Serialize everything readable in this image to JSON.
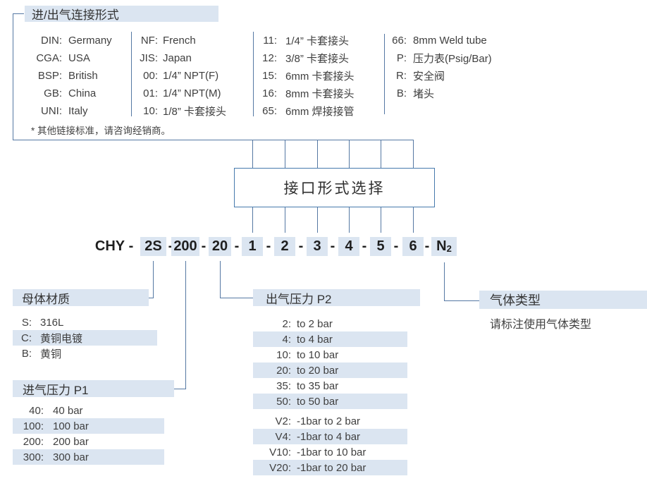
{
  "connection_section": {
    "title": "进/出气连接形式",
    "columns": [
      {
        "items": [
          {
            "key": "DIN:",
            "value": "Germany"
          },
          {
            "key": "CGA:",
            "value": "USA"
          },
          {
            "key": "BSP:",
            "value": "British"
          },
          {
            "key": "GB:",
            "value": "China"
          },
          {
            "key": "UNI:",
            "value": "Italy"
          }
        ]
      },
      {
        "items": [
          {
            "key": "NF:",
            "value": "French"
          },
          {
            "key": "JIS:",
            "value": "Japan"
          },
          {
            "key": "00:",
            "value": "1/4” NPT(F)"
          },
          {
            "key": "01:",
            "value": "1/4” NPT(M)"
          },
          {
            "key": "10:",
            "value": "1/8” 卡套接头"
          }
        ]
      },
      {
        "items": [
          {
            "key": "11:",
            "value": "1/4” 卡套接头"
          },
          {
            "key": "12:",
            "value": "3/8” 卡套接头"
          },
          {
            "key": "15:",
            "value": "6mm 卡套接头"
          },
          {
            "key": "16:",
            "value": "8mm 卡套接头"
          },
          {
            "key": "65:",
            "value": "6mm 焊接接管"
          }
        ]
      },
      {
        "items": [
          {
            "key": "66:",
            "value": "8mm Weld tube"
          },
          {
            "key": "P:",
            "value": "压力表(Psig/Bar)"
          },
          {
            "key": "R:",
            "value": "安全阀"
          },
          {
            "key": "B:",
            "value": "堵头"
          }
        ]
      }
    ],
    "footnote": "* 其他链接标准，请咨询经销商。"
  },
  "selector_box": {
    "label": "接口形式选择"
  },
  "code_line": {
    "tokens": [
      {
        "text": "CHY",
        "highlighted": false
      },
      {
        "text": "-",
        "highlighted": false
      },
      {
        "text": "2S",
        "highlighted": true
      },
      {
        "text": "-",
        "highlighted": false
      },
      {
        "text": "200",
        "highlighted": true
      },
      {
        "text": "-",
        "highlighted": false
      },
      {
        "text": "20",
        "highlighted": true
      },
      {
        "text": "-",
        "highlighted": false
      },
      {
        "text": "1",
        "highlighted": true
      },
      {
        "text": "-",
        "highlighted": false
      },
      {
        "text": "2",
        "highlighted": true
      },
      {
        "text": "-",
        "highlighted": false
      },
      {
        "text": "3",
        "highlighted": true
      },
      {
        "text": "-",
        "highlighted": false
      },
      {
        "text": "4",
        "highlighted": true
      },
      {
        "text": "-",
        "highlighted": false
      },
      {
        "text": "5",
        "highlighted": true
      },
      {
        "text": "-",
        "highlighted": false
      },
      {
        "text": "6",
        "highlighted": true
      },
      {
        "text": "-",
        "highlighted": false
      },
      {
        "text": "N",
        "sub": "2",
        "highlighted": true
      }
    ]
  },
  "material_section": {
    "title": "母体材质",
    "items": [
      {
        "key": "S:",
        "value": "316L",
        "highlighted": false
      },
      {
        "key": "C:",
        "value": "黄铜电镀",
        "highlighted": true
      },
      {
        "key": "B:",
        "value": "黄铜",
        "highlighted": false
      }
    ]
  },
  "inlet_section": {
    "title": "进气压力 P1",
    "items": [
      {
        "key": "40:",
        "value": "40 bar",
        "highlighted": false
      },
      {
        "key": "100:",
        "value": "100 bar",
        "highlighted": true
      },
      {
        "key": "200:",
        "value": "200 bar",
        "highlighted": false
      },
      {
        "key": "300:",
        "value": "300 bar",
        "highlighted": true
      }
    ]
  },
  "outlet_section": {
    "title": "出气压力 P2",
    "items": [
      {
        "key": "2:",
        "value": "to 2 bar",
        "highlighted": false
      },
      {
        "key": "4:",
        "value": "to 4 bar",
        "highlighted": true
      },
      {
        "key": "10:",
        "value": "to 10 bar",
        "highlighted": false
      },
      {
        "key": "20:",
        "value": "to 20 bar",
        "highlighted": true
      },
      {
        "key": "35:",
        "value": "to 35 bar",
        "highlighted": false
      },
      {
        "key": "50:",
        "value": "to 50 bar",
        "highlighted": true
      },
      {
        "key": "V2:",
        "value": "-1bar to 2 bar",
        "highlighted": false,
        "group": 2
      },
      {
        "key": "V4:",
        "value": "-1bar to 4 bar",
        "highlighted": true,
        "group": 2
      },
      {
        "key": "V10:",
        "value": "-1bar to 10 bar",
        "highlighted": false,
        "group": 2
      },
      {
        "key": "V20:",
        "value": "-1bar to 20 bar",
        "highlighted": true,
        "group": 2
      }
    ]
  },
  "gas_section": {
    "title": "气体类型",
    "note": "请标注使用气体类型"
  },
  "colors": {
    "highlight": "#dbe5f1",
    "line": "#5578a3",
    "box_border": "#4679ad",
    "text": "#3f3f3f"
  }
}
